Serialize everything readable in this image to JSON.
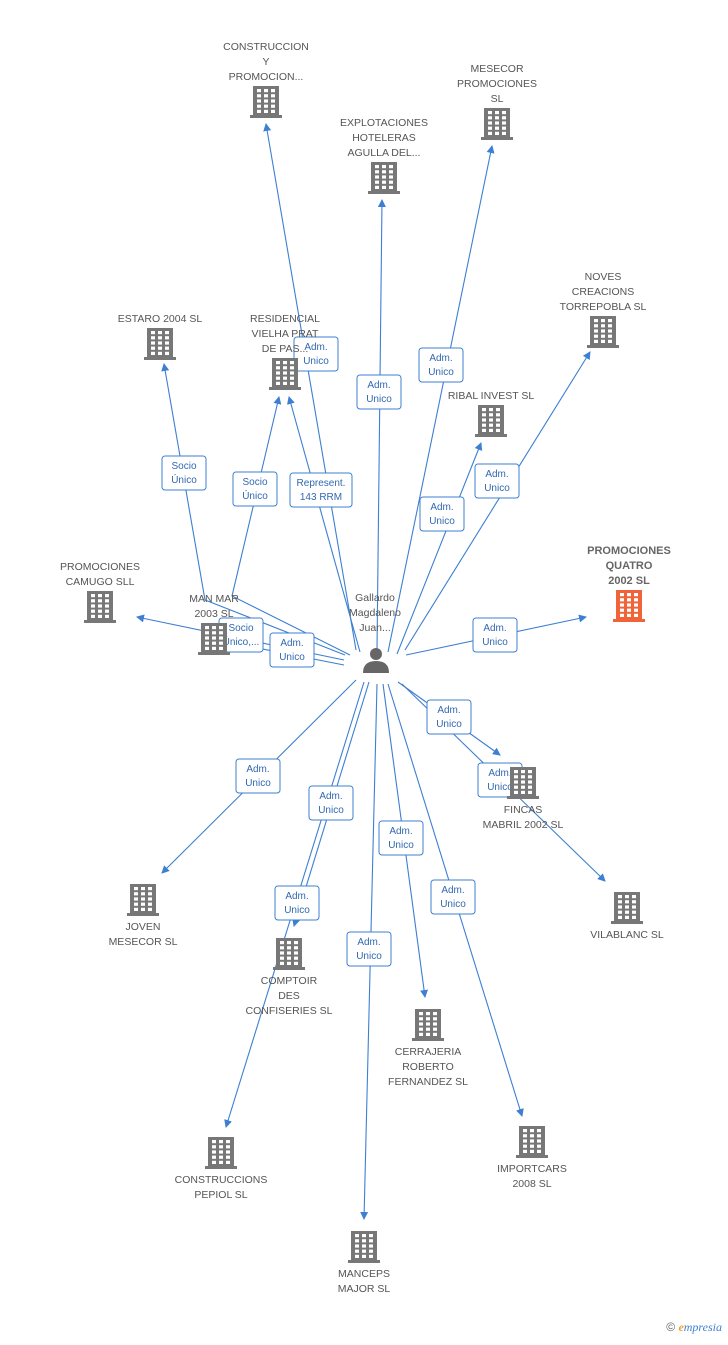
{
  "center": {
    "label": [
      "Gallardo",
      "Magdaleno",
      "Juan..."
    ]
  },
  "colors": {
    "edge": "#3d7fd1",
    "node": "#777777",
    "highlight": "#f0643a",
    "person": "#666666"
  },
  "nodes": [
    {
      "id": "construccion",
      "label": [
        "CONSTRUCCION",
        "Y",
        "PROMOCION..."
      ],
      "highlight": false
    },
    {
      "id": "mesecor",
      "label": [
        "MESECOR",
        "PROMOCIONES",
        "SL"
      ],
      "highlight": false
    },
    {
      "id": "explotaciones",
      "label": [
        "EXPLOTACIONES",
        "HOTELERAS",
        "AGULLA DEL..."
      ],
      "highlight": false
    },
    {
      "id": "noves",
      "label": [
        "NOVES",
        "CREACIONS",
        "TORREPOBLA SL"
      ],
      "highlight": false
    },
    {
      "id": "estaro",
      "label": [
        "ESTARO 2004 SL"
      ],
      "highlight": false
    },
    {
      "id": "residencial",
      "label": [
        "RESIDENCIAL",
        "VIELHA PRAT",
        "DE PAS..."
      ],
      "highlight": false
    },
    {
      "id": "ribal",
      "label": [
        "RIBAL INVEST SL"
      ],
      "highlight": false
    },
    {
      "id": "promociones_quatro",
      "label": [
        "PROMOCIONES",
        "QUATRO",
        "2002 SL"
      ],
      "highlight": true
    },
    {
      "id": "camugo",
      "label": [
        "PROMOCIONES",
        "CAMUGO SLL"
      ],
      "highlight": false
    },
    {
      "id": "manmar",
      "label": [
        "MAN MAR",
        "2003 SL"
      ],
      "highlight": false
    },
    {
      "id": "fincas",
      "label": [
        "FINCAS",
        "MABRIL 2002 SL"
      ],
      "highlight": false
    },
    {
      "id": "joven",
      "label": [
        "JOVEN",
        "MESECOR  SL"
      ],
      "highlight": false
    },
    {
      "id": "vilablanc",
      "label": [
        "VILABLANC SL"
      ],
      "highlight": false
    },
    {
      "id": "comptoir",
      "label": [
        "COMPTOIR",
        "DES",
        "CONFISERIES SL"
      ],
      "highlight": false
    },
    {
      "id": "cerrajeria",
      "label": [
        "CERRAJERIA",
        "ROBERTO",
        "FERNANDEZ SL"
      ],
      "highlight": false
    },
    {
      "id": "construccions_pepiol",
      "label": [
        "CONSTRUCCIONS",
        "PEPIOL SL"
      ],
      "highlight": false
    },
    {
      "id": "importcars",
      "label": [
        "IMPORTCARS",
        "2008 SL"
      ],
      "highlight": false
    },
    {
      "id": "manceps",
      "label": [
        "MANCEPS",
        "MAJOR SL"
      ],
      "highlight": false
    }
  ],
  "edge_labels": [
    {
      "id": "e_construccion",
      "text": [
        "Adm.",
        "Unico"
      ]
    },
    {
      "id": "e_explotaciones",
      "text": [
        "Adm.",
        "Unico"
      ]
    },
    {
      "id": "e_mesecor",
      "text": [
        "Adm.",
        "Unico"
      ]
    },
    {
      "id": "e_estaro",
      "text": [
        "Socio",
        "Único"
      ]
    },
    {
      "id": "e_residencial_socio",
      "text": [
        "Socio",
        "Único"
      ]
    },
    {
      "id": "e_residencial_rep",
      "text": [
        "Represent.",
        "143 RRM"
      ]
    },
    {
      "id": "e_ribal",
      "text": [
        "Adm.",
        "Unico"
      ]
    },
    {
      "id": "e_noves",
      "text": [
        "Adm.",
        "Unico"
      ]
    },
    {
      "id": "e_quatro",
      "text": [
        "Adm.",
        "Unico"
      ]
    },
    {
      "id": "e_camugo",
      "text": [
        "Socio",
        "Único,..."
      ]
    },
    {
      "id": "e_manmar",
      "text": [
        "Adm.",
        "Unico"
      ]
    },
    {
      "id": "e_fincas",
      "text": [
        "Adm.",
        "Unico"
      ]
    },
    {
      "id": "e_vilablanc",
      "text": [
        "Adm.",
        "Unico"
      ]
    },
    {
      "id": "e_joven",
      "text": [
        "Adm.",
        "Unico"
      ]
    },
    {
      "id": "e_pepiol",
      "text": [
        "Adm.",
        "Unico"
      ]
    },
    {
      "id": "e_comptoir",
      "text": [
        "Adm.",
        "Unico"
      ]
    },
    {
      "id": "e_cerrajeria",
      "text": [
        "Adm.",
        "Unico"
      ]
    },
    {
      "id": "e_importcars",
      "text": [
        "Adm.",
        "Unico"
      ]
    },
    {
      "id": "e_manceps",
      "text": [
        "Adm.",
        "Unico"
      ]
    }
  ],
  "footer": {
    "copyright": "©",
    "brand_first": "e",
    "brand_rest": "mpresia"
  }
}
